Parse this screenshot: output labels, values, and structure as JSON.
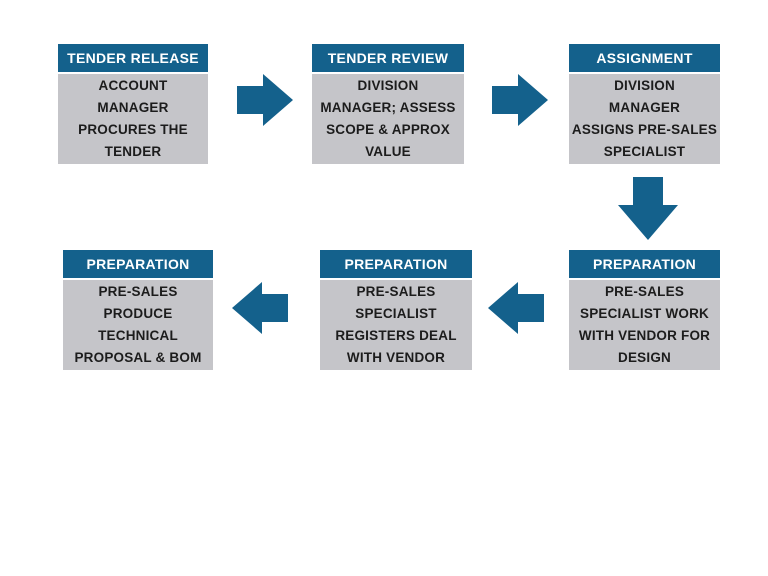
{
  "colors": {
    "accent": "#14618C",
    "box_body_bg": "#C5C5C9",
    "header_text": "#FFFFFF",
    "body_text": "#1C1C1C",
    "canvas_bg": "#FFFFFF"
  },
  "diagram": {
    "steps": [
      {
        "title": "TENDER RELEASE",
        "body": "ACCOUNT\nMANAGER\nPROCURES THE\nTENDER"
      },
      {
        "title": "TENDER REVIEW",
        "body": "DIVISION\nMANAGER; ASSESS\nSCOPE & APPROX\nVALUE"
      },
      {
        "title": "ASSIGNMENT",
        "body": "DIVISION\nMANAGER\nASSIGNS PRE-SALES\nSPECIALIST"
      },
      {
        "title": "PREPARATION",
        "body": "PRE-SALES\nSPECIALIST WORK\nWITH VENDOR FOR\nDESIGN"
      },
      {
        "title": "PREPARATION",
        "body": "PRE-SALES\nSPECIALIST\nREGISTERS DEAL\nWITH VENDOR"
      },
      {
        "title": "PREPARATION",
        "body": "PRE-SALES\nPRODUCE\nTECHNICAL\nPROPOSAL & BOM"
      }
    ],
    "flow": [
      "right",
      "right",
      "down",
      "left",
      "left"
    ]
  }
}
